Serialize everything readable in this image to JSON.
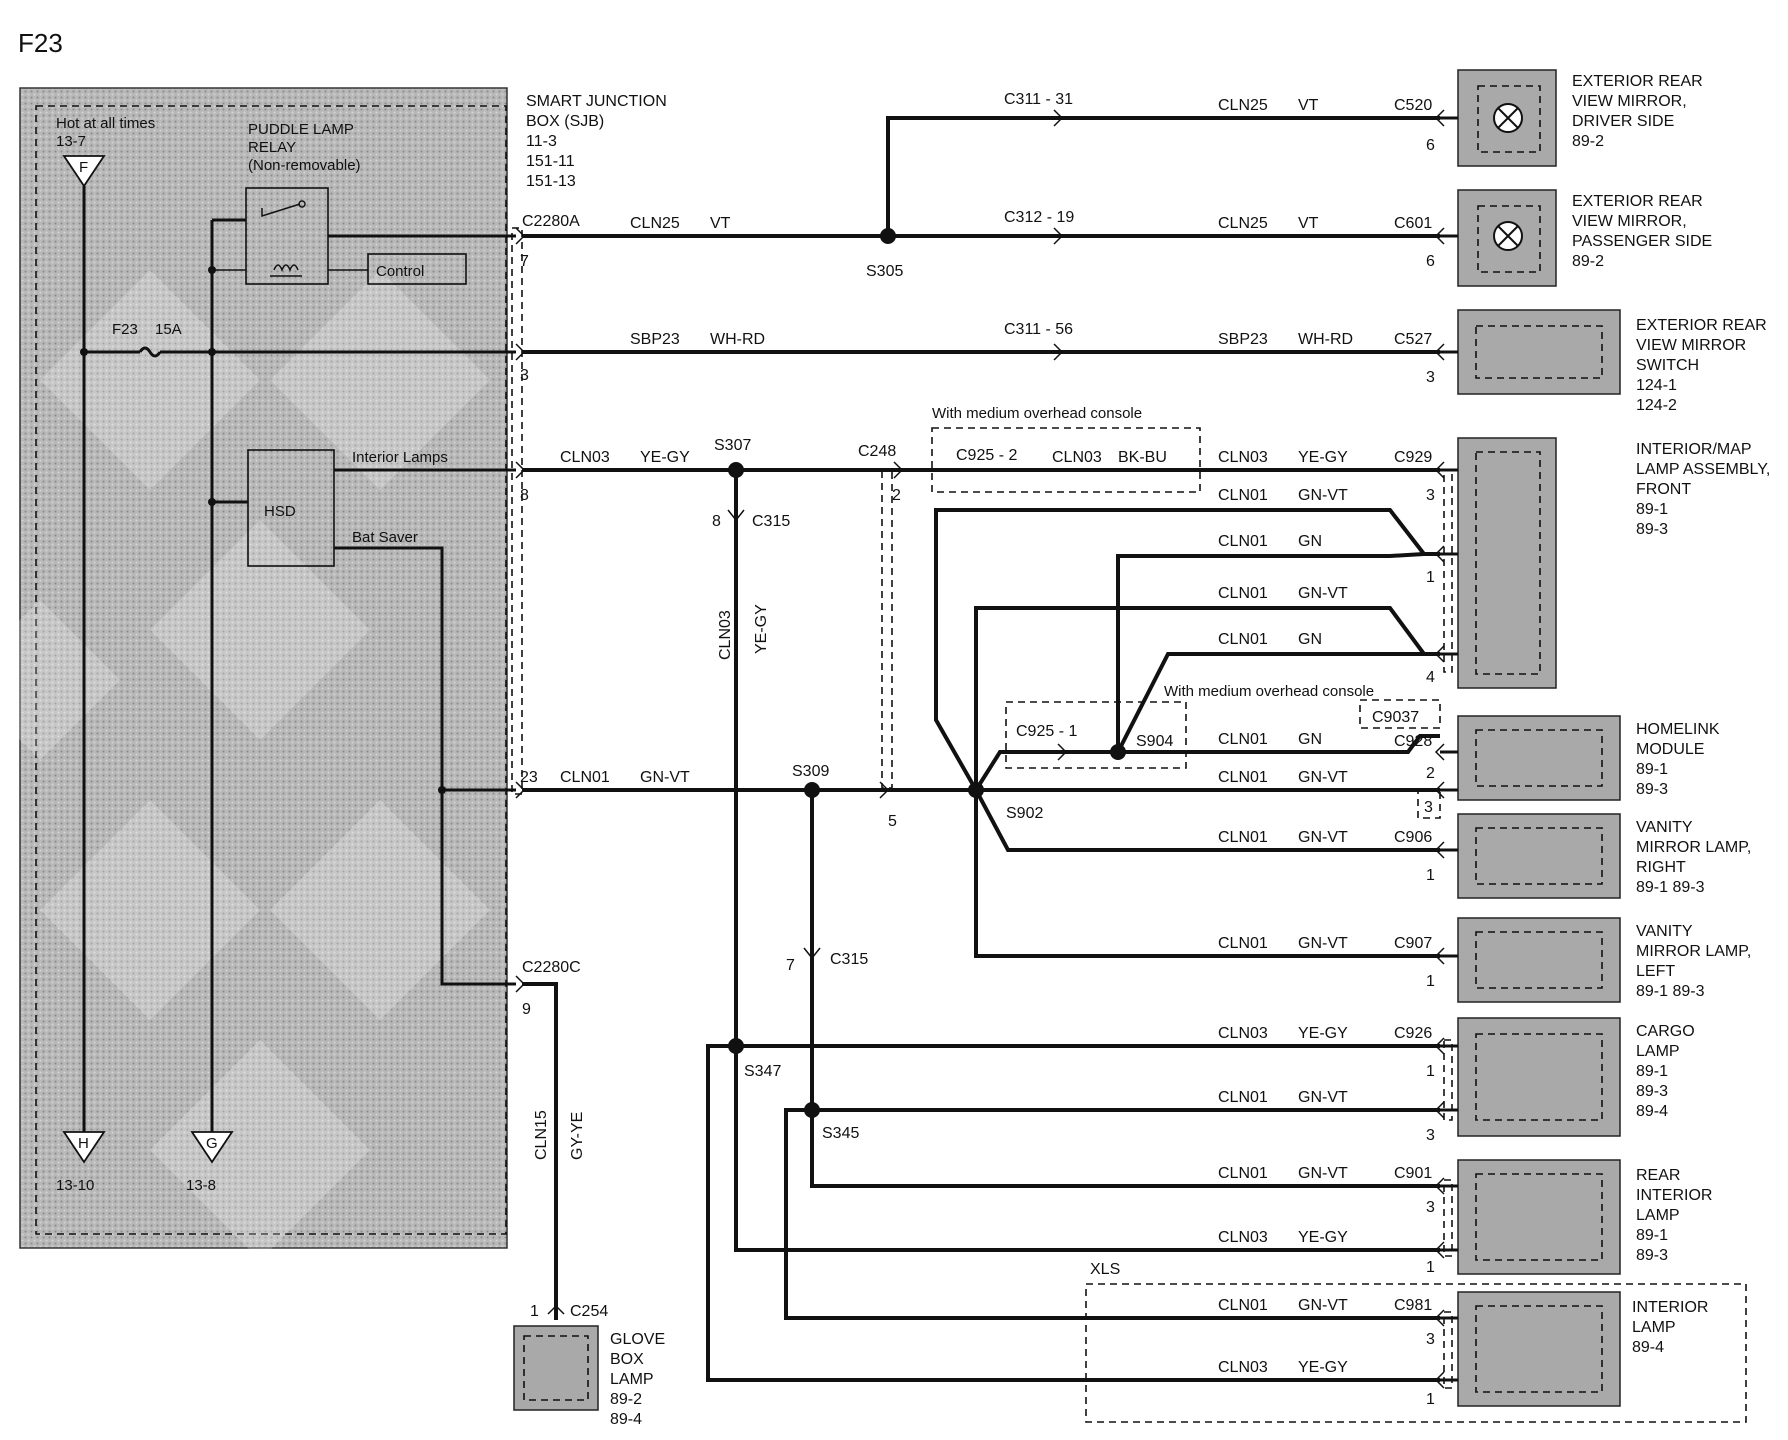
{
  "page_label": "F23",
  "sjb": {
    "hot_label": "Hot at all times",
    "hot_ref": "13-7",
    "term_f": "F",
    "relay_title_1": "PUDDLE LAMP",
    "relay_title_2": "RELAY",
    "relay_title_3": "(Non-removable)",
    "control_label": "Control",
    "fuse_label": "F23",
    "fuse_rating": "15A",
    "hsd_label": "HSD",
    "interior_lamps_label": "Interior Lamps",
    "bat_saver_label": "Bat Saver",
    "term_h": "H",
    "term_h_ref": "13-10",
    "term_g": "G",
    "term_g_ref": "13-8",
    "title_lines": [
      "SMART  JUNCTION",
      "BOX (SJB)",
      "11-3",
      "151-11",
      "151-13"
    ]
  },
  "connectors": {
    "c2280a": "C2280A",
    "c2280a_pins": [
      "7",
      "3",
      "8",
      "23"
    ],
    "c2280c": "C2280C",
    "c2280c_pin": "9",
    "c311_31": "C311  -  31",
    "c312_19": "C312  -  19",
    "c311_56": "C311  -  56",
    "c248": "C248",
    "c248_pins": [
      "2",
      "5"
    ],
    "c925_2": "C925  -  2",
    "c925_1": "C925  -  1",
    "c315_top": "C315",
    "c315_top_pin": "8",
    "c315_bottom": "C315",
    "c315_bottom_pin": "7",
    "c254": "C254",
    "c254_pin": "1",
    "c9037": "C9037"
  },
  "splices": {
    "s305": "S305",
    "s307": "S307",
    "s309": "S309",
    "s902": "S902",
    "s904": "S904",
    "s347": "S347",
    "s345": "S345"
  },
  "notes": {
    "with_console_1": "With medium overhead console",
    "with_console_2": "With medium overhead console",
    "xls": "XLS"
  },
  "wires": {
    "cln25": "CLN25",
    "vt": "VT",
    "sbp23": "SBP23",
    "whrd": "WH-RD",
    "cln03": "CLN03",
    "yegy": "YE-GY",
    "bkbu": "BK-BU",
    "cln01": "CLN01",
    "gnvt": "GN-VT",
    "gn": "GN",
    "cln15": "CLN15",
    "gyye": "GY-YE"
  },
  "components": [
    {
      "id": "mirror-driver",
      "conn": "C520",
      "pins": [
        "6"
      ],
      "lines": [
        "EXTERIOR REAR",
        "VIEW MIRROR,",
        "DRIVER SIDE",
        "89-2"
      ]
    },
    {
      "id": "mirror-passenger",
      "conn": "C601",
      "pins": [
        "6"
      ],
      "lines": [
        "EXTERIOR REAR",
        "VIEW MIRROR,",
        "PASSENGER SIDE",
        "89-2"
      ]
    },
    {
      "id": "mirror-switch",
      "conn": "C527",
      "pins": [
        "3"
      ],
      "lines": [
        "EXTERIOR REAR",
        "VIEW MIRROR",
        "SWITCH",
        "124-1",
        "124-2"
      ]
    },
    {
      "id": "map-lamp",
      "conn": "C929",
      "pins": [
        "3",
        "1",
        "4"
      ],
      "lines": [
        "INTERIOR/MAP",
        "LAMP ASSEMBLY,",
        "FRONT",
        "89-1",
        "89-3"
      ]
    },
    {
      "id": "homelink",
      "conn": "C928",
      "pins": [
        "2",
        "3"
      ],
      "lines": [
        "HOMELINK",
        "MODULE",
        "89-1",
        "89-3"
      ]
    },
    {
      "id": "vanity-right",
      "conn": "C906",
      "pins": [
        "1"
      ],
      "lines": [
        "VANITY",
        "MIRROR LAMP,",
        "RIGHT",
        "89-1      89-3"
      ]
    },
    {
      "id": "vanity-left",
      "conn": "C907",
      "pins": [
        "1"
      ],
      "lines": [
        "VANITY",
        "MIRROR LAMP,",
        "LEFT",
        "89-1      89-3"
      ]
    },
    {
      "id": "cargo-lamp",
      "conn": "C926",
      "pins": [
        "1",
        "3"
      ],
      "lines": [
        "CARGO",
        "LAMP",
        "89-1",
        "89-3",
        "89-4"
      ]
    },
    {
      "id": "rear-interior",
      "conn": "C901",
      "pins": [
        "3",
        "1"
      ],
      "lines": [
        "REAR",
        "INTERIOR",
        "LAMP",
        "89-1",
        "89-3"
      ]
    },
    {
      "id": "interior-lamp",
      "conn": "C981",
      "pins": [
        "3",
        "1"
      ],
      "lines": [
        "INTERIOR",
        "LAMP",
        "89-4"
      ]
    },
    {
      "id": "glove-box",
      "conn": "C254",
      "pins": [
        "1"
      ],
      "lines": [
        "GLOVE",
        "BOX",
        "LAMP",
        "89-2",
        "89-4"
      ]
    }
  ]
}
